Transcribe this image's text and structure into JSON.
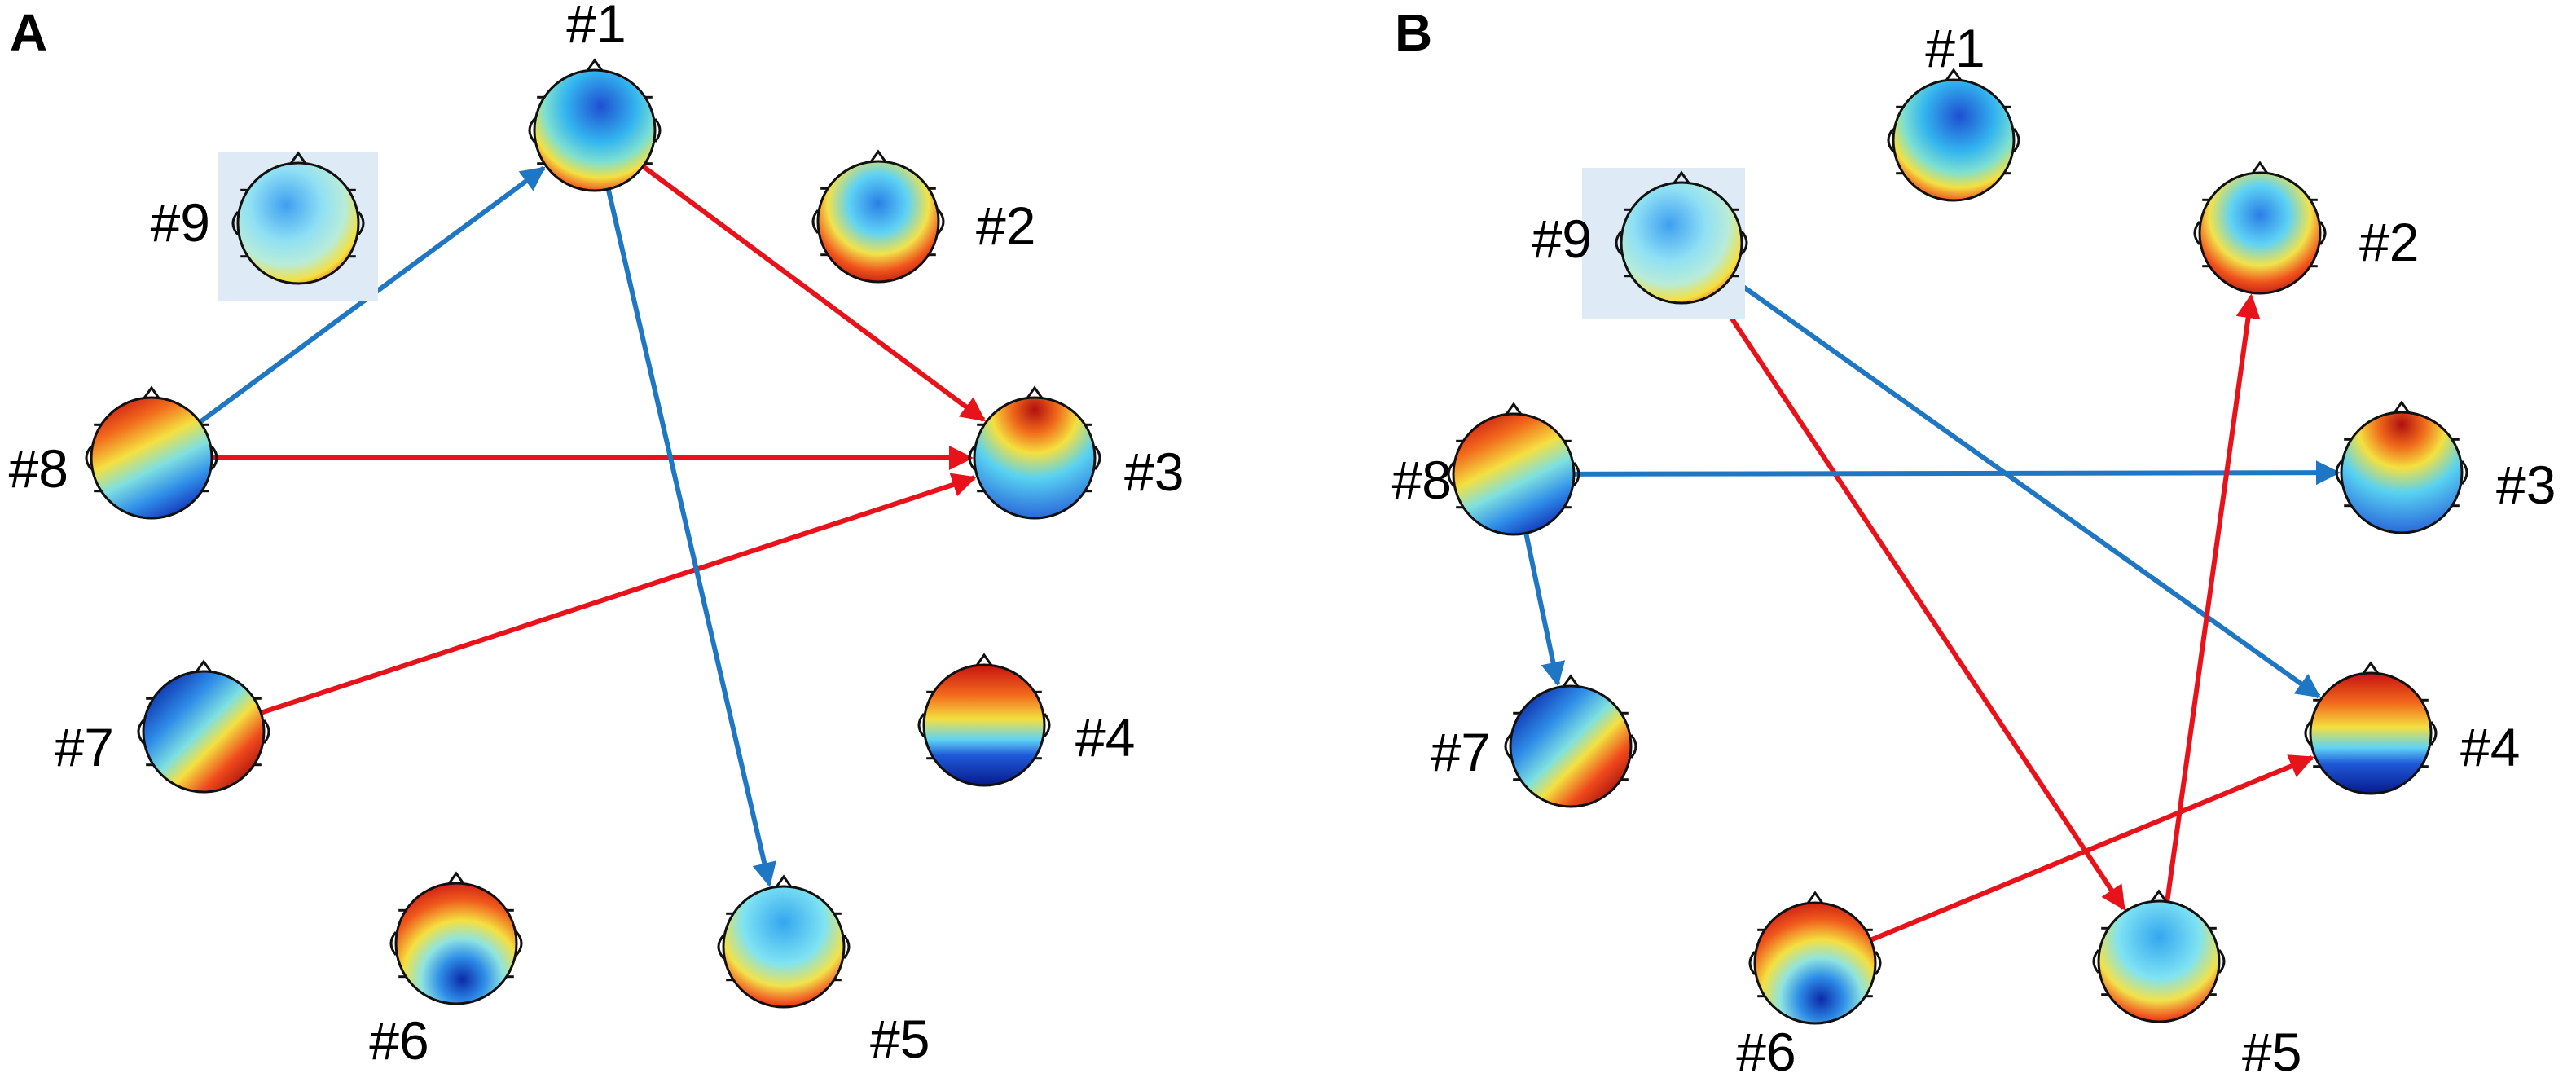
{
  "panels": [
    {
      "letter": "A",
      "nodes": [
        {
          "id": "1",
          "label": "#1",
          "map": "m1"
        },
        {
          "id": "2",
          "label": "#2",
          "map": "m2"
        },
        {
          "id": "3",
          "label": "#3",
          "map": "m3"
        },
        {
          "id": "4",
          "label": "#4",
          "map": "m4"
        },
        {
          "id": "5",
          "label": "#5",
          "map": "m5"
        },
        {
          "id": "6",
          "label": "#6",
          "map": "m6"
        },
        {
          "id": "7",
          "label": "#7",
          "map": "m7"
        },
        {
          "id": "8",
          "label": "#8",
          "map": "m8"
        },
        {
          "id": "9",
          "label": "#9",
          "map": "m9",
          "highlighted": true
        }
      ],
      "edges": [
        {
          "from": "8",
          "to": "1",
          "color": "blue"
        },
        {
          "from": "1",
          "to": "3",
          "color": "red"
        },
        {
          "from": "8",
          "to": "3",
          "color": "red"
        },
        {
          "from": "7",
          "to": "3",
          "color": "red"
        },
        {
          "from": "1",
          "to": "5",
          "color": "blue"
        }
      ]
    },
    {
      "letter": "B",
      "nodes": [
        {
          "id": "1",
          "label": "#1",
          "map": "m1"
        },
        {
          "id": "2",
          "label": "#2",
          "map": "m2"
        },
        {
          "id": "3",
          "label": "#3",
          "map": "m3"
        },
        {
          "id": "4",
          "label": "#4",
          "map": "m4"
        },
        {
          "id": "5",
          "label": "#5",
          "map": "m5"
        },
        {
          "id": "6",
          "label": "#6",
          "map": "m6"
        },
        {
          "id": "7",
          "label": "#7",
          "map": "m7"
        },
        {
          "id": "8",
          "label": "#8",
          "map": "m8"
        },
        {
          "id": "9",
          "label": "#9",
          "map": "m9",
          "highlighted": true
        }
      ],
      "edges": [
        {
          "from": "9",
          "to": "5",
          "color": "red"
        },
        {
          "from": "9",
          "to": "4",
          "color": "blue"
        },
        {
          "from": "8",
          "to": "3",
          "color": "blue"
        },
        {
          "from": "8",
          "to": "7",
          "color": "blue"
        },
        {
          "from": "6",
          "to": "4",
          "color": "red"
        },
        {
          "from": "5",
          "to": "2",
          "color": "red"
        }
      ]
    }
  ],
  "colors": {
    "red": "#e8121b",
    "blue": "#1f77c4",
    "highlight": "#dfeaf7",
    "outline": "#111111"
  }
}
